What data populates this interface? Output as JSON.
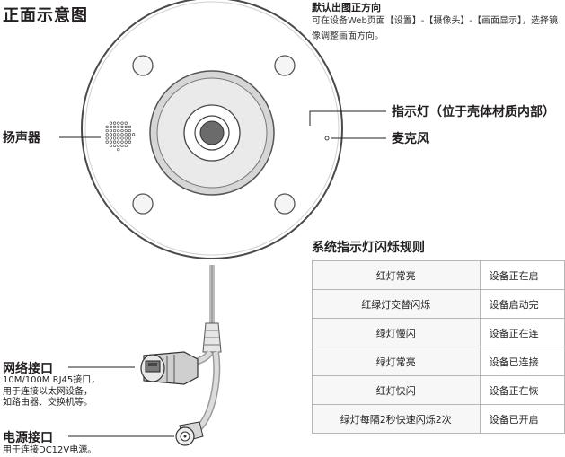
{
  "page_title": "正面示意图",
  "default_direction": {
    "title": "默认出图正方向",
    "desc": "可在设备Web页面【设置】-【摄像头】-【画面显示】，选择镜像调整画面方向。"
  },
  "callouts": {
    "speaker": "扬声器",
    "indicator": "指示灯（位于壳体材质内部）",
    "mic": "麦克风",
    "network": {
      "title": "网络接口",
      "desc_lines": [
        "10M/100M RJ45接口，",
        "用于连接以太网设备，",
        "如路由器、交换机等。"
      ]
    },
    "power": {
      "title": "电源接口",
      "desc": "用于连接DC12V电源。"
    }
  },
  "table": {
    "title": "系统指示灯闪烁规则",
    "rows": [
      {
        "pattern": "红灯常亮",
        "status": "设备正在启"
      },
      {
        "pattern": "红绿灯交替闪烁",
        "status": "设备启动完"
      },
      {
        "pattern": "绿灯慢闪",
        "status": "设备正在连"
      },
      {
        "pattern": "绿灯常亮",
        "status": "设备已连接"
      },
      {
        "pattern": "红灯快闪",
        "status": "设备正在恢"
      },
      {
        "pattern": "绿灯每隔2秒快速闪烁2次",
        "status": "设备已开启"
      }
    ]
  }
}
